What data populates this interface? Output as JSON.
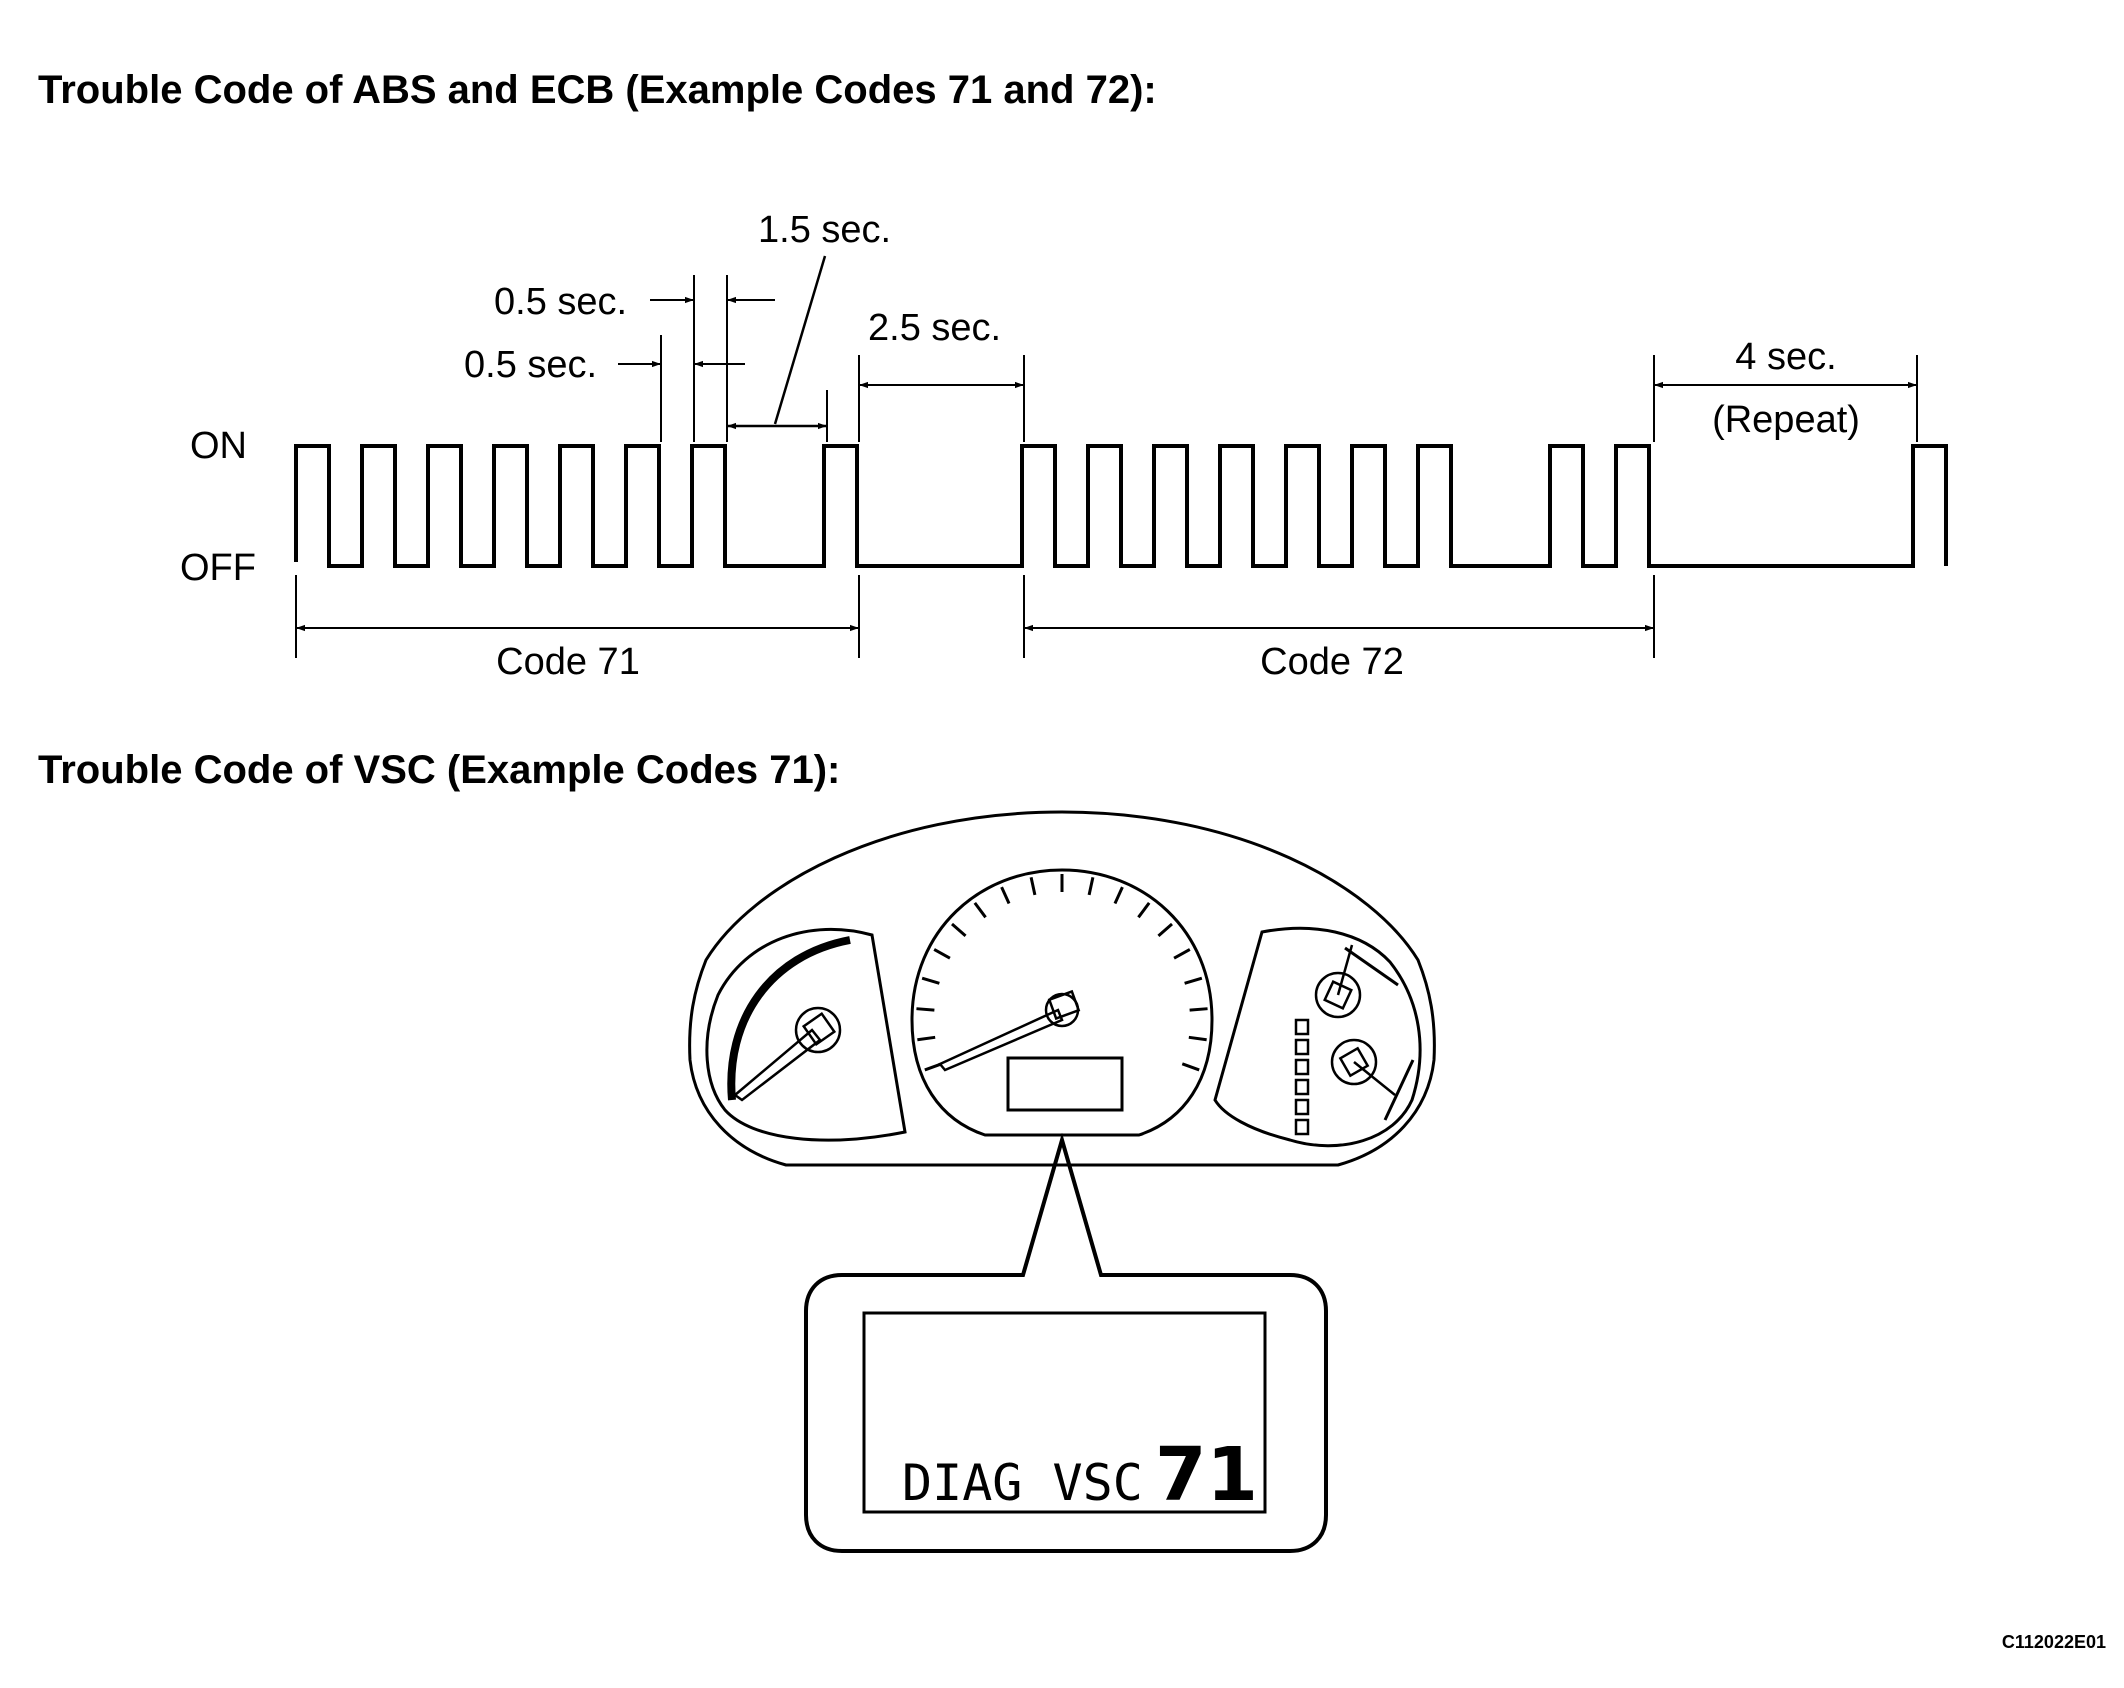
{
  "titles": {
    "abs_ecb": "Trouble Code of ABS and ECB (Example Codes 71 and 72):",
    "vsc": "Trouble Code of VSC (Example Codes 71):"
  },
  "timing_chart": {
    "state_on": "ON",
    "state_off": "OFF",
    "short_on_label": "0.5 sec.",
    "short_off_label": "0.5 sec.",
    "digit_gap_label": "1.5 sec.",
    "code_gap_label": "2.5 sec.",
    "repeat_time_label": "4 sec.",
    "repeat_label": "(Repeat)",
    "codes": [
      {
        "label": "Code 71",
        "tens": 7,
        "ones": 1
      },
      {
        "label": "Code 72",
        "tens": 7,
        "ones": 2
      }
    ],
    "timing_sec": {
      "pulse_on": 0.5,
      "pulse_off": 0.5,
      "digit_gap": 1.5,
      "code_gap": 2.5,
      "repeat_gap": 4
    }
  },
  "cluster_display": {
    "text": "DIAG VSC",
    "code": "71"
  },
  "figure_id": "C112022E01"
}
